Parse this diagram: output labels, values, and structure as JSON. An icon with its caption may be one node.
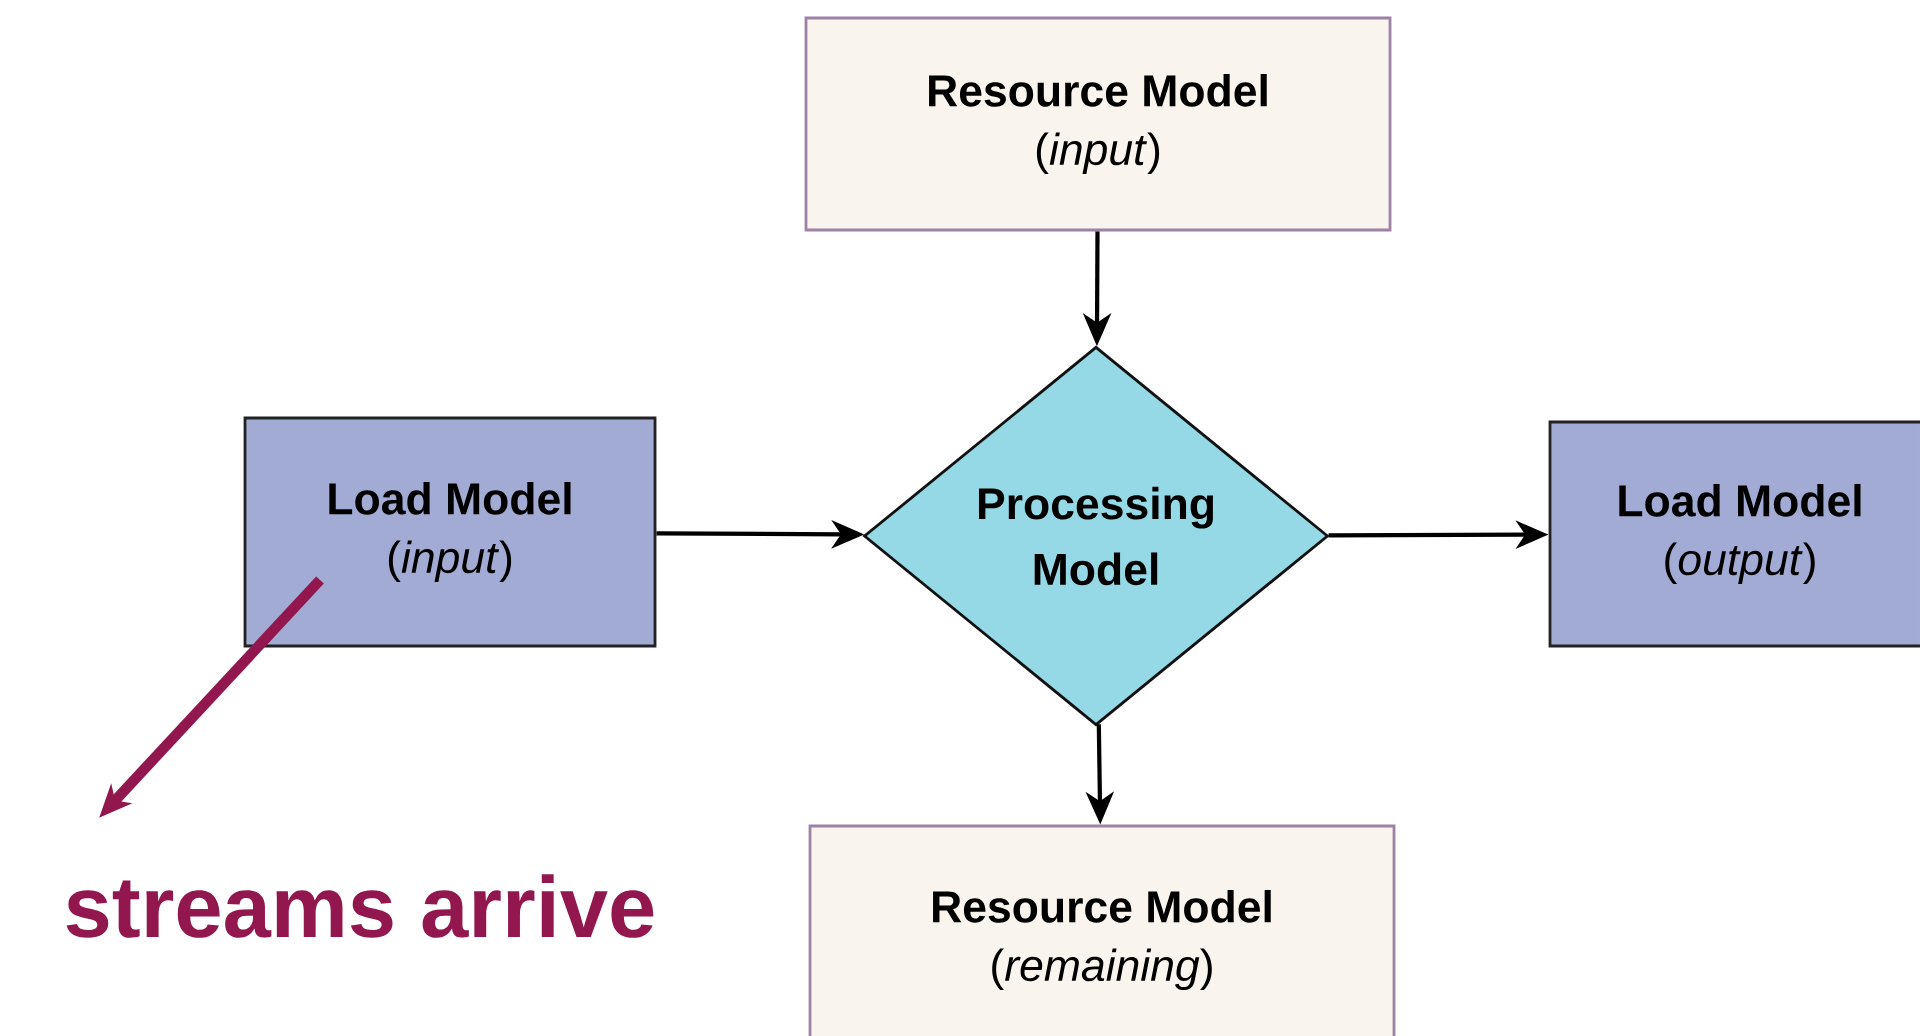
{
  "diagram": {
    "nodes": [
      {
        "text": [
          "Resource Model",
          "(*input*)"
        ]
      },
      {
        "text": [
          "Load Model",
          "(*input*)"
        ]
      },
      {
        "text": [
          "Processing Model"
        ]
      },
      {
        "text": [
          "Load Model",
          "(*output*)"
        ]
      },
      {
        "text": [
          "Resource Model",
          "(*remaining*)"
        ]
      },
      {
        "text": [
          "streams arrive"
        ]
      }
    ],
    "edges": [
      {
        "from": 0,
        "to": 2,
        "arrow": "to"
      },
      {
        "from": 1,
        "to": 2,
        "arrow": "to"
      },
      {
        "from": 2,
        "to": 3,
        "arrow": "to"
      },
      {
        "from": 2,
        "to": 4,
        "arrow": "to"
      },
      {
        "from": 1,
        "to": 5,
        "arrow": "to",
        "style": "thick",
        "color": "#93174f"
      }
    ]
  }
}
